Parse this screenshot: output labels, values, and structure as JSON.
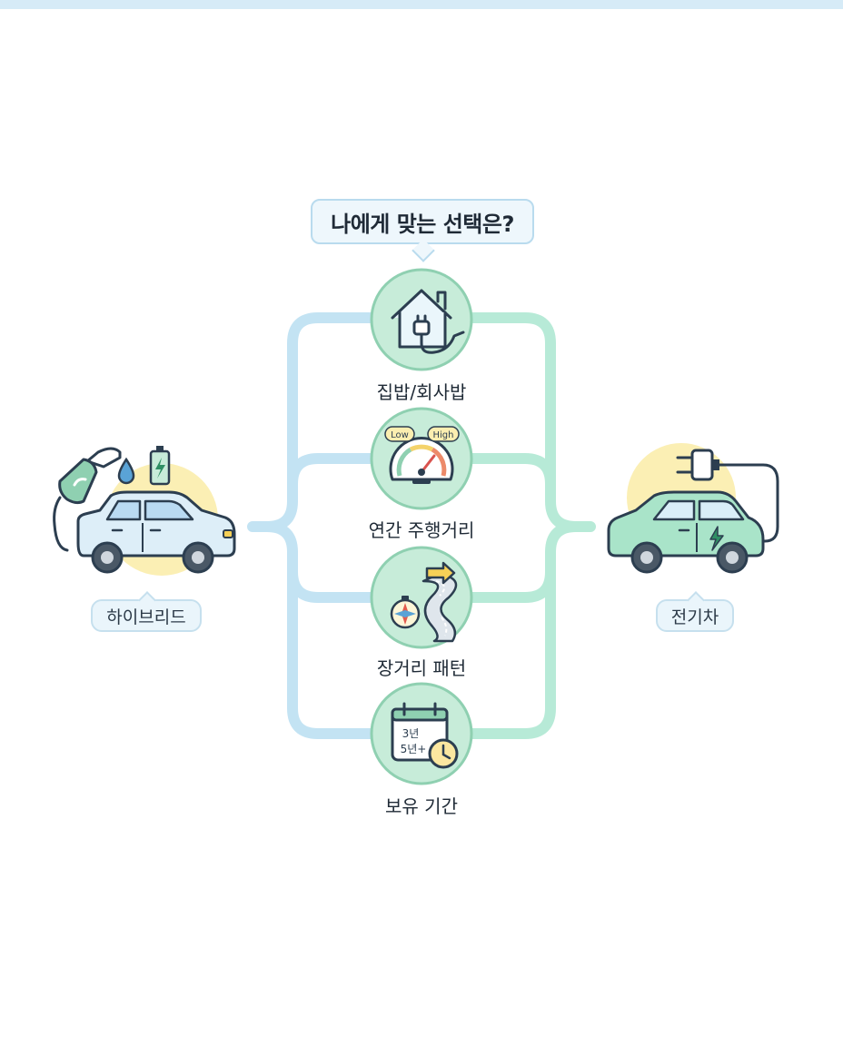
{
  "question": "나에게 맞는 선택은?",
  "factors": [
    {
      "label": "집밥/회사밥",
      "icon": "home-charging-icon"
    },
    {
      "label": "연간 주행거리",
      "icon": "speedometer-icon",
      "gauge_low": "Low",
      "gauge_high": "High"
    },
    {
      "label": "장거리 패턴",
      "icon": "winding-road-compass-icon"
    },
    {
      "label": "보유 기간",
      "icon": "calendar-clock-icon",
      "calendar_line1": "3년",
      "calendar_line2": "5년+"
    }
  ],
  "options": {
    "left": {
      "label": "하이브리드",
      "icon": "hybrid-car-icon"
    },
    "right": {
      "label": "전기차",
      "icon": "electric-car-icon"
    }
  },
  "colors": {
    "left_path": "#c3e3f3",
    "right_path": "#b7ead7",
    "circle_fill": "#c7ecd9",
    "circle_stroke": "#8fd0b1",
    "sun": "#fbefb4",
    "car_left": "#ddeef8",
    "car_right": "#a9e4c9"
  }
}
